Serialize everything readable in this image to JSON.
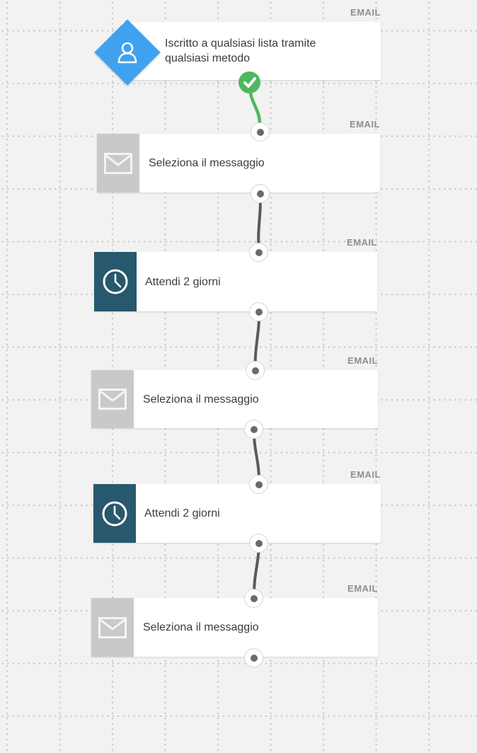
{
  "app": {
    "view": "email-automation-workflow-canvas"
  },
  "colors": {
    "background": "#f2f2f2",
    "grid_dot": "#c6c6c6",
    "card_bg": "#ffffff",
    "trigger_blue": "#40a2ee",
    "wait_teal": "#28586e",
    "email_icon_gray": "#c9c9c9",
    "success_green": "#4fb85f",
    "connector_line": "#5a5a5a",
    "connector_dot": "#6a6a6a",
    "category_label_gray": "#8f8f8f",
    "text": "#3c3c3c"
  },
  "nodes": [
    {
      "id": "trigger",
      "category_label": "EMAIL",
      "title": "Iscritto a qualsiasi lista tramite qualsiasi metodo",
      "icon": "user-icon",
      "status": "completed"
    },
    {
      "id": "email-1",
      "category_label": "EMAIL",
      "title": "Seleziona il messaggio",
      "icon": "envelope-icon"
    },
    {
      "id": "wait-1",
      "category_label": "EMAIL",
      "title": "Attendi 2 giorni",
      "icon": "clock-icon"
    },
    {
      "id": "email-2",
      "category_label": "EMAIL",
      "title": "Seleziona il messaggio",
      "icon": "envelope-icon"
    },
    {
      "id": "wait-2",
      "category_label": "EMAIL",
      "title": "Attendi 2 giorni",
      "icon": "clock-icon"
    },
    {
      "id": "email-3",
      "category_label": "EMAIL",
      "title": "Seleziona il messaggio",
      "icon": "envelope-icon"
    }
  ]
}
